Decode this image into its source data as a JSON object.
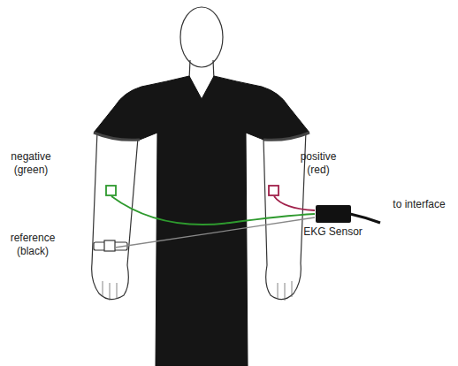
{
  "diagram": {
    "nodes": [
      {
        "text": [
          "EKG Sensor"
        ]
      }
    ],
    "labels": [
      "negative (green)",
      "positive (red)",
      "reference (black)",
      "to interface"
    ]
  }
}
